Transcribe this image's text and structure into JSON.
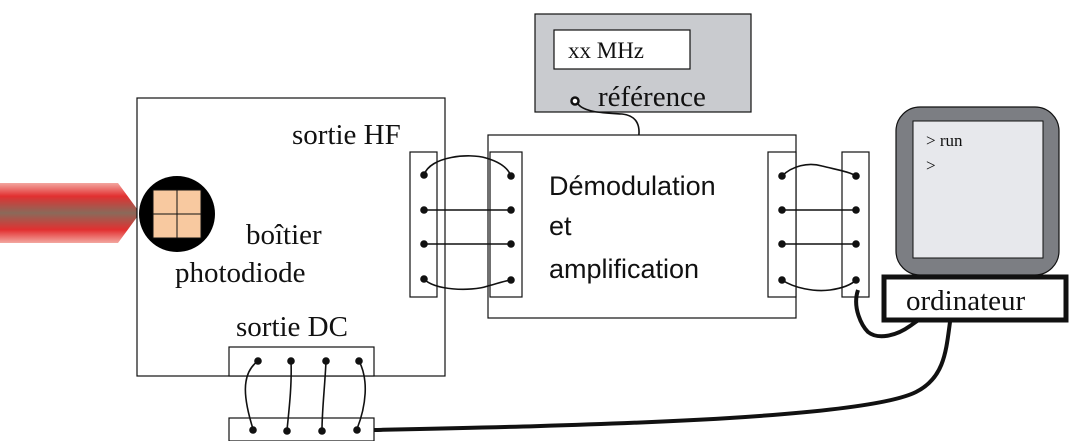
{
  "labels": {
    "sortie_hf": "sortie HF",
    "boitier_line1": "boîtier",
    "boitier_line2": "photodiode",
    "sortie_dc": "sortie DC",
    "freq": "xx MHz",
    "reference": "référence",
    "demod_line1": "Démodulation",
    "demod_line2": "et",
    "demod_line3": "amplification",
    "ordinateur": "ordinateur",
    "terminal_line1": "> run",
    "terminal_line2": ">"
  },
  "colors": {
    "beam_outer": "#e23030",
    "beam_inner": "#8a6a5a",
    "quadrant_fill": "#f8c9a0",
    "generator_fill": "#c9cbcf",
    "screen_fill": "#e7e8ec",
    "monitor_fill": "#7c7e83",
    "line": "#111111"
  }
}
